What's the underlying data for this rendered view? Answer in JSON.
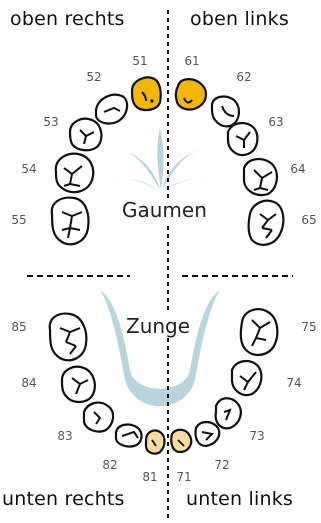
{
  "quadrants": {
    "upper_right": "oben rechts",
    "upper_left": "oben links",
    "lower_right": "unten rechts",
    "lower_left": "unten links"
  },
  "regions": {
    "palate": "Gaumen",
    "tongue": "Zunge"
  },
  "teeth": {
    "t51": "51",
    "t52": "52",
    "t53": "53",
    "t54": "54",
    "t55": "55",
    "t61": "61",
    "t62": "62",
    "t63": "63",
    "t64": "64",
    "t65": "65",
    "t71": "71",
    "t72": "72",
    "t73": "73",
    "t74": "74",
    "t75": "75",
    "t81": "81",
    "t82": "82",
    "t83": "83",
    "t84": "84",
    "t85": "85"
  },
  "colors": {
    "highlight_upper": "#f2b705",
    "highlight_lower": "#f7dca0",
    "palate_fountain": "#b8d4de",
    "tongue": "#b8d4de",
    "outline": "#111111"
  }
}
